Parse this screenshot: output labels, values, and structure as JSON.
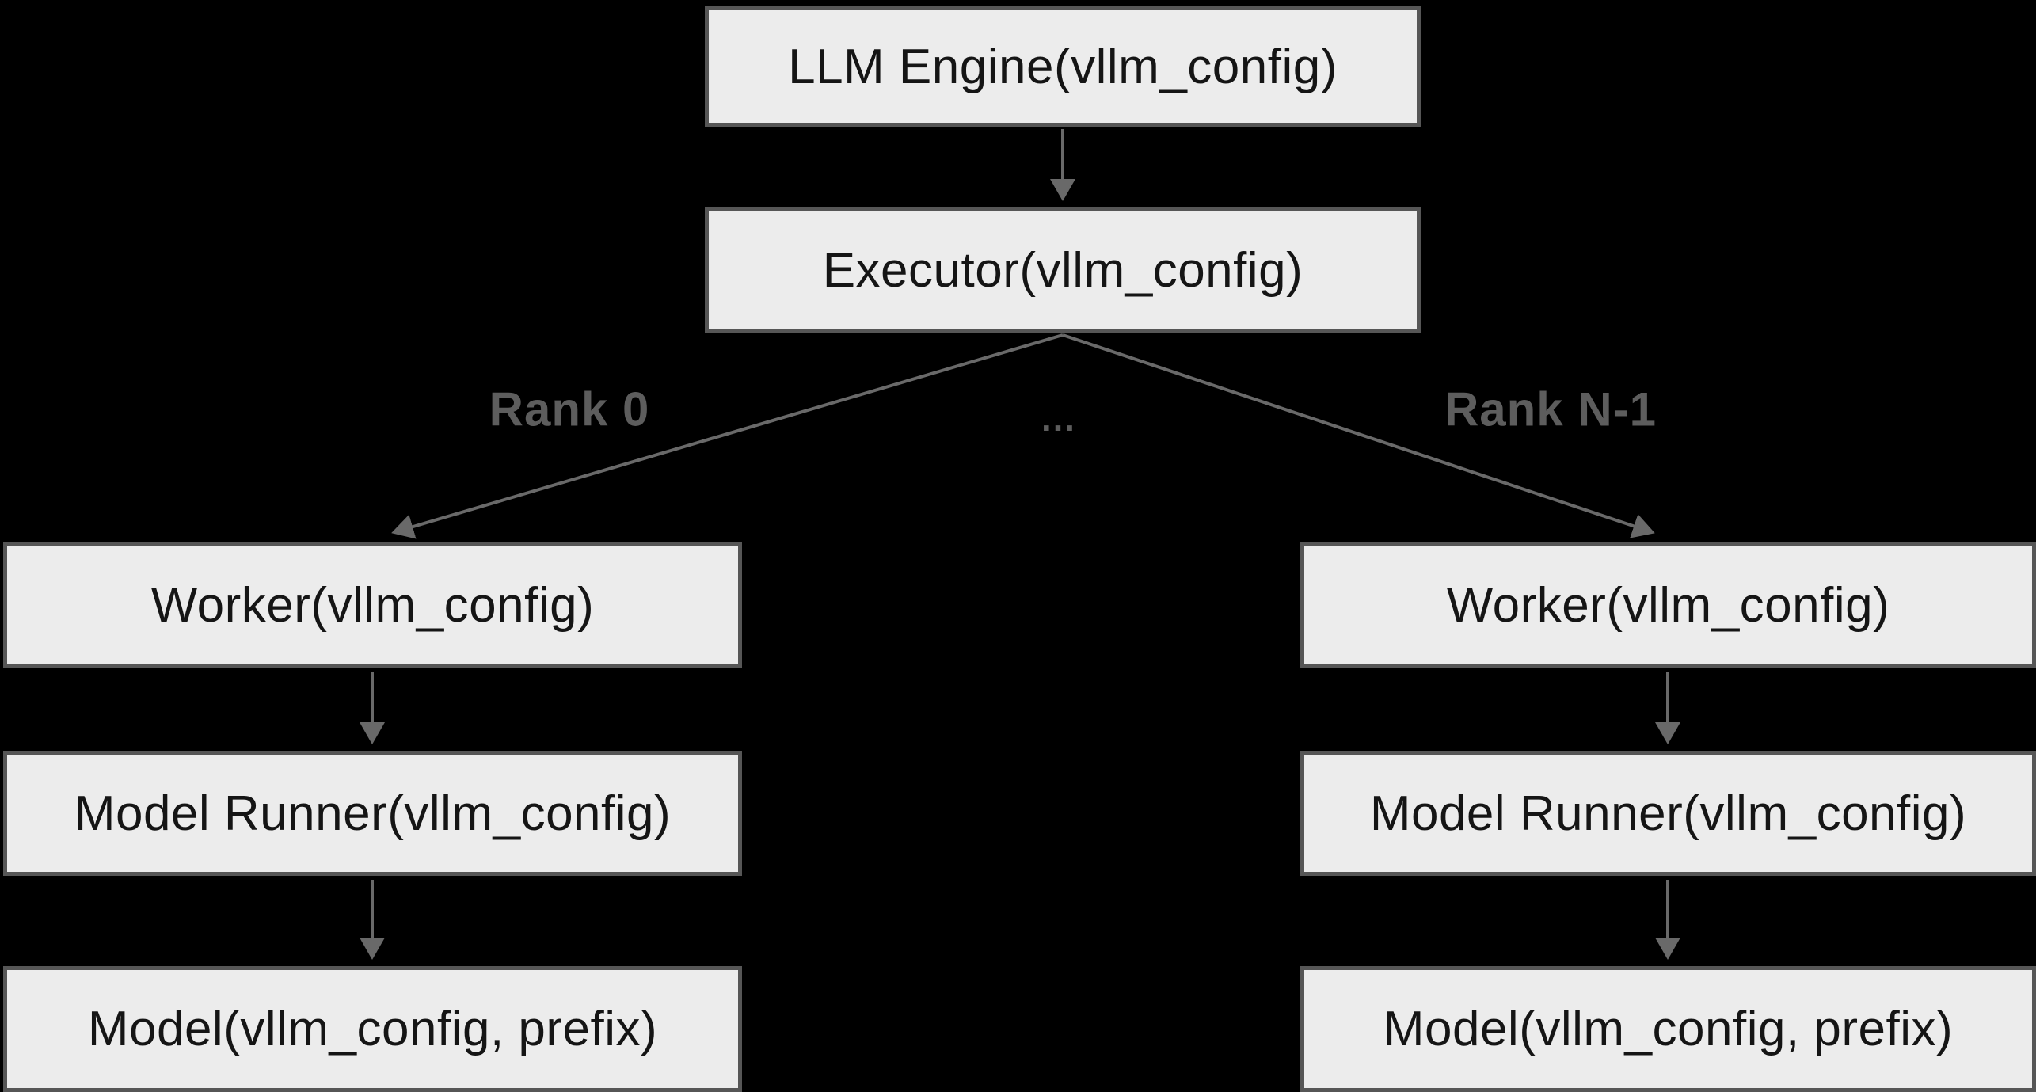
{
  "colors": {
    "background": "#000000",
    "node_fill": "#ececec",
    "node_border": "#565656",
    "node_text": "#151515",
    "edge": "#696969",
    "edge_label": "#5d5d5d"
  },
  "nodes": {
    "llm_engine": {
      "label": "LLM Engine(vllm_config)"
    },
    "executor": {
      "label": "Executor(vllm_config)"
    },
    "worker_left": {
      "label": "Worker(vllm_config)"
    },
    "worker_right": {
      "label": "Worker(vllm_config)"
    },
    "model_runner_left": {
      "label": "Model Runner(vllm_config)"
    },
    "model_runner_right": {
      "label": "Model Runner(vllm_config)"
    },
    "model_left": {
      "label": "Model(vllm_config, prefix)"
    },
    "model_right": {
      "label": "Model(vllm_config, prefix)"
    }
  },
  "edge_labels": {
    "rank_0": "Rank 0",
    "ellipsis": "…",
    "rank_n_1": "Rank N-1"
  }
}
